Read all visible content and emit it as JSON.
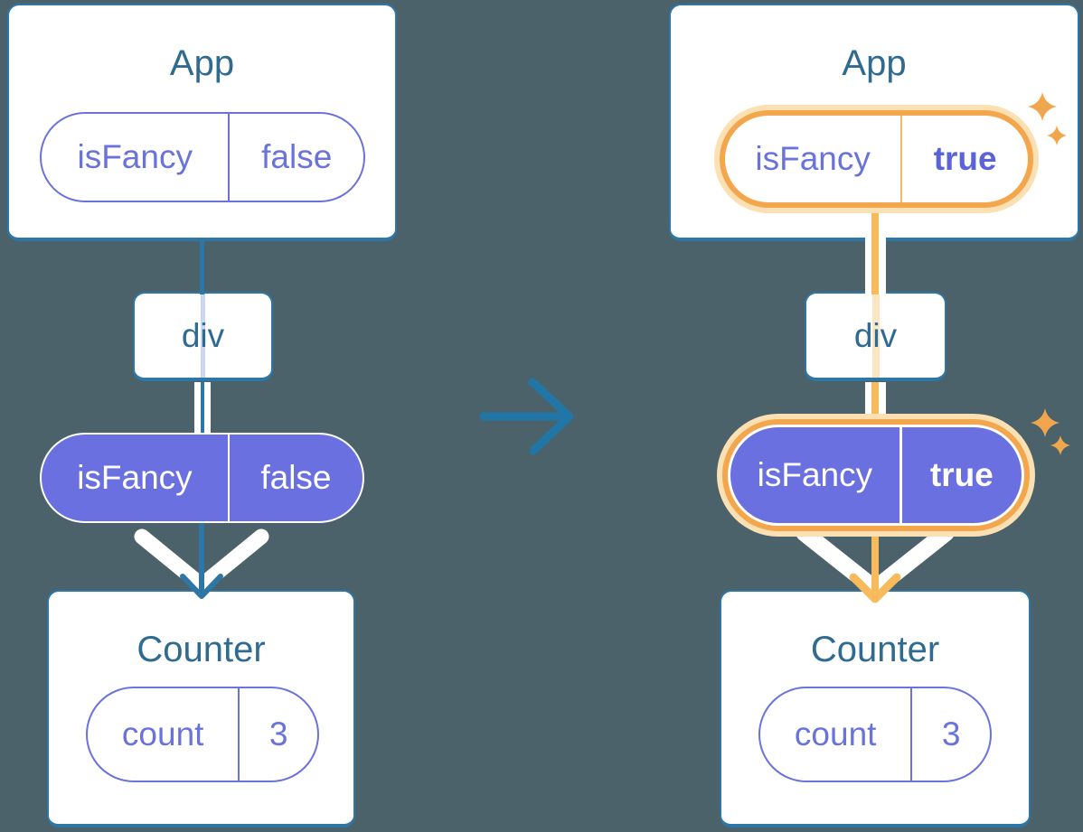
{
  "background": "#4B626B",
  "colors": {
    "card_border": "#2E76A6",
    "title_text": "#2F6A90",
    "pill_indigo": "#6A73DB",
    "pill_fill_purple": "#6B70E0",
    "true_text": "#5A63D8",
    "line_blue": "#2E76A6",
    "line_orange": "#F7BB5E",
    "highlight_ring": "#F3A64B",
    "highlight_glow": "#FBE0B4",
    "sparkle": "#F0A64D",
    "transition_arrow": "#2176A8"
  },
  "icons": {
    "transition_arrow": "right-arrow",
    "sparkles": "sparkles",
    "pass_arrow": "down-arrow-with-chevron"
  },
  "trees": [
    {
      "name": "before",
      "highlighted": false,
      "app": {
        "title": "App",
        "state_name": "isFancy",
        "state_value": "false"
      },
      "div_label": "div",
      "prop": {
        "name": "isFancy",
        "value": "false"
      },
      "counter": {
        "title": "Counter",
        "state_name": "count",
        "state_value": "3"
      }
    },
    {
      "name": "after",
      "highlighted": true,
      "app": {
        "title": "App",
        "state_name": "isFancy",
        "state_value": "true"
      },
      "div_label": "div",
      "prop": {
        "name": "isFancy",
        "value": "true"
      },
      "counter": {
        "title": "Counter",
        "state_name": "count",
        "state_value": "3"
      }
    }
  ]
}
